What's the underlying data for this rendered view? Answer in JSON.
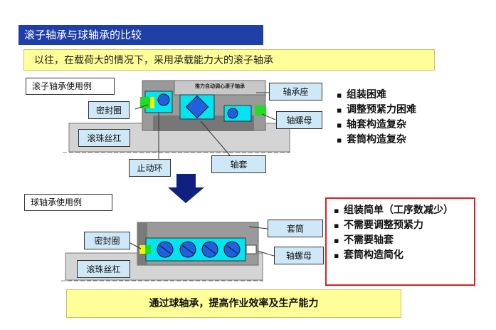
{
  "title": "滚子轴承与球轴承的比较",
  "note": "以往，在载荷大的情况下，采用承载能力大的滚子轴承",
  "roller_example": {
    "label": "滚子轴承使用例",
    "diagram_caption": "推力自动调心滚子轴承",
    "callouts": {
      "seal": "密封圈",
      "housing": "轴承座",
      "locknut": "轴螺母",
      "ballscrew": "滚珠丝杠",
      "stop_ring": "止动环",
      "sleeve": "轴套"
    },
    "bullets": [
      "组装困难",
      "调整预紧力困难",
      "轴套构造复杂",
      "套筒构造复杂"
    ]
  },
  "ball_example": {
    "label": "球轴承使用例",
    "callouts": {
      "seal": "密封圈",
      "cartridge": "套筒",
      "locknut": "轴螺母",
      "ballscrew": "滚珠丝杠"
    },
    "bullets": [
      "组装简单（工序数减少）",
      "不需要调整预紧力",
      "不需要轴套",
      "套筒构造简化"
    ]
  },
  "conclusion": "通过球轴承，提高作业效率及生产能力",
  "colors": {
    "title_bg": "#1f3fa8",
    "note_bg": "#ffff99",
    "bearing_cyan": "#00e5f0",
    "ball_blue": "#2060e0",
    "seal_green": "#22dd22",
    "seal_yellow": "#f4f400",
    "red_border": "#e02020",
    "arrow_navy": "#102080"
  }
}
